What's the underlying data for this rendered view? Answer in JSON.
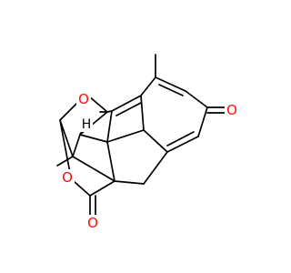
{
  "structure": {
    "atom_labels": [
      {
        "id": "o-ring-ether",
        "text": "O"
      },
      {
        "id": "o-ring-lactone",
        "text": "O"
      },
      {
        "id": "o-ketone",
        "text": "O"
      },
      {
        "id": "o-lactone-carbonyl",
        "text": "O"
      },
      {
        "id": "h-stereo",
        "text": "H"
      }
    ]
  },
  "colors": {
    "bond": "#000000",
    "oxygen": "#ff0d0d",
    "hydrogen": "#000000"
  }
}
